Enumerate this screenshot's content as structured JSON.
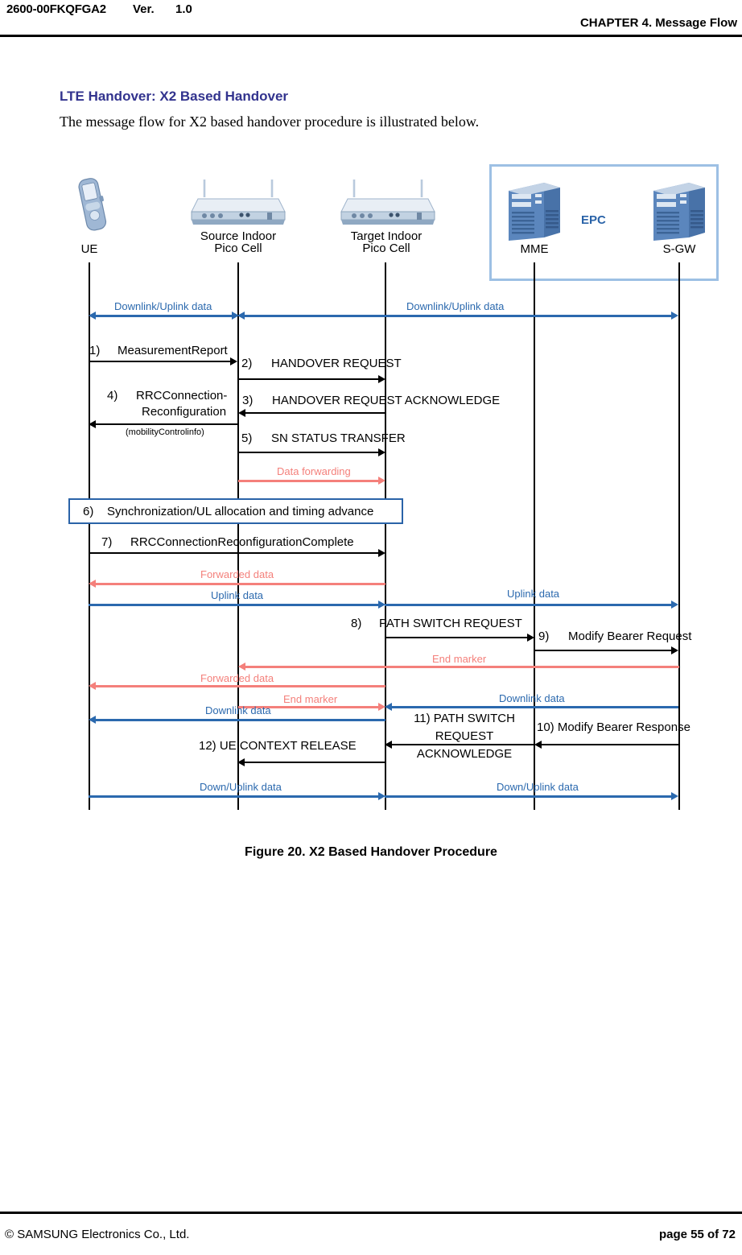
{
  "header": {
    "doc_id": "2600-00FKQFGA2",
    "ver_label": "Ver.",
    "ver_value": "1.0",
    "chapter": "CHAPTER 4. Message Flow"
  },
  "section": {
    "title": "LTE Handover: X2 Based Handover",
    "intro": "The message flow for X2 based handover procedure is illustrated below.",
    "title_color": "#32338e"
  },
  "figure": {
    "caption": "Figure 20. X2 Based Handover Procedure",
    "epc_label": "EPC",
    "epc_border_color": "#9dc0e4",
    "nodes": [
      {
        "id": "ue",
        "label": "UE",
        "icon": "mobile-phone-icon"
      },
      {
        "id": "source",
        "label": "Source Indoor\nPico Cell",
        "icon": "pico-cell-icon"
      },
      {
        "id": "target",
        "label": "Target Indoor\nPico Cell",
        "icon": "pico-cell-icon"
      },
      {
        "id": "mme",
        "label": "MME",
        "icon": "server-icon"
      },
      {
        "id": "sgw",
        "label": "S-GW",
        "icon": "server-icon"
      }
    ],
    "colors": {
      "data_flow": "#2b69ae",
      "forwarding": "#f4807b",
      "signaling": "#000000",
      "box_border": "#2a63a8"
    },
    "messages": [
      {
        "id": "m-dl-ul-1",
        "label": "Downlink/Uplink data",
        "kind": "data"
      },
      {
        "id": "m-dl-ul-2",
        "label": "Downlink/Uplink data",
        "kind": "data"
      },
      {
        "id": "m1",
        "number": "1)",
        "label": "MeasurementReport",
        "kind": "signal"
      },
      {
        "id": "m2",
        "number": "2)",
        "label": "HANDOVER REQUEST",
        "kind": "signal"
      },
      {
        "id": "m3",
        "number": "3)",
        "label": "HANDOVER REQUEST ACKNOWLEDGE",
        "kind": "signal"
      },
      {
        "id": "m4",
        "number": "4)",
        "label": "RRCConnection-",
        "label2": "Reconfiguration",
        "sublabel": "(mobilityControlinfo)",
        "kind": "signal"
      },
      {
        "id": "m5",
        "number": "5)",
        "label": "SN STATUS TRANSFER",
        "kind": "signal"
      },
      {
        "id": "m-fwd-1",
        "label": "Data forwarding",
        "kind": "forward"
      },
      {
        "id": "m6",
        "number": "6)",
        "label": "Synchronization/UL allocation and timing advance",
        "kind": "box"
      },
      {
        "id": "m7",
        "number": "7)",
        "label": "RRCConnectionReconfigurationComplete",
        "kind": "signal"
      },
      {
        "id": "m-fwd-2",
        "label": "Forwarded data",
        "kind": "forward"
      },
      {
        "id": "m-ul-1",
        "label": "Uplink data",
        "kind": "data"
      },
      {
        "id": "m-ul-2",
        "label": "Uplink data",
        "kind": "data"
      },
      {
        "id": "m8",
        "number": "8)",
        "label": "PATH SWITCH REQUEST",
        "kind": "signal"
      },
      {
        "id": "m9",
        "number": "9)",
        "label": "Modify Bearer Request",
        "kind": "signal"
      },
      {
        "id": "m-end-1",
        "label": "End marker",
        "kind": "forward"
      },
      {
        "id": "m-fwd-3",
        "label": "Forwarded data",
        "kind": "forward"
      },
      {
        "id": "m-end-2",
        "label": "End marker",
        "kind": "forward"
      },
      {
        "id": "m-dl-1",
        "label": "Downlink data",
        "kind": "data"
      },
      {
        "id": "m-dl-2",
        "label": "Downlink data",
        "kind": "data"
      },
      {
        "id": "m10",
        "label": "10) Modify Bearer Response",
        "kind": "signal"
      },
      {
        "id": "m11",
        "label": "11) PATH SWITCH REQUEST ACKNOWLEDGE",
        "kind": "signal"
      },
      {
        "id": "m12",
        "label": "12) UE CONTEXT RELEASE",
        "kind": "signal"
      },
      {
        "id": "m-du-1",
        "label": "Down/Uplink data",
        "kind": "data"
      },
      {
        "id": "m-du-2",
        "label": "Down/Uplink data",
        "kind": "data"
      }
    ],
    "m11_lines": {
      "l1": "11) PATH SWITCH",
      "l2": "REQUEST",
      "l3": "ACKNOWLEDGE"
    }
  },
  "footer": {
    "copyright": "© SAMSUNG Electronics Co., Ltd.",
    "page": "page 55 of 72"
  }
}
